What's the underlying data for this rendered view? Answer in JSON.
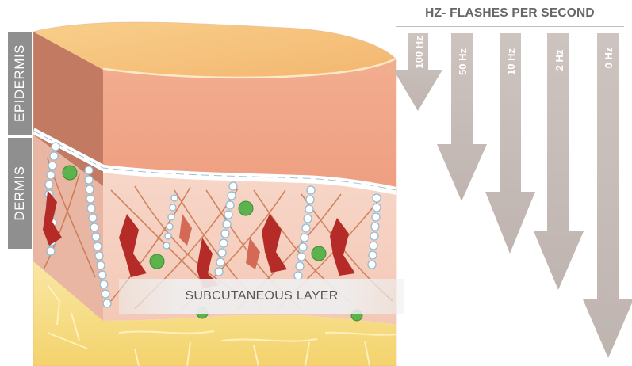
{
  "header": {
    "title": "HZ- FLASHES PER SECOND"
  },
  "layers": {
    "epidermis": "EPIDERMIS",
    "dermis": "DERMIS",
    "subcutaneous": "SUBCUTANEOUS LAYER"
  },
  "frequencies": [
    {
      "label": "100 Hz"
    },
    {
      "label": "50 Hz"
    },
    {
      "label": "10 Hz"
    },
    {
      "label": "2 Hz"
    },
    {
      "label": "0 Hz"
    }
  ],
  "colors": {
    "arrow": "#c5bbb7",
    "side_tab": "#8f8f8f",
    "skin_top": "#f6c178",
    "epidermis": "#f0a487",
    "dermis": "#f5cdbe",
    "fat": "#f7df85",
    "blood_cell": "#b42b27",
    "vessel": "#a9cde0",
    "green_cell": "#5cb24c"
  }
}
